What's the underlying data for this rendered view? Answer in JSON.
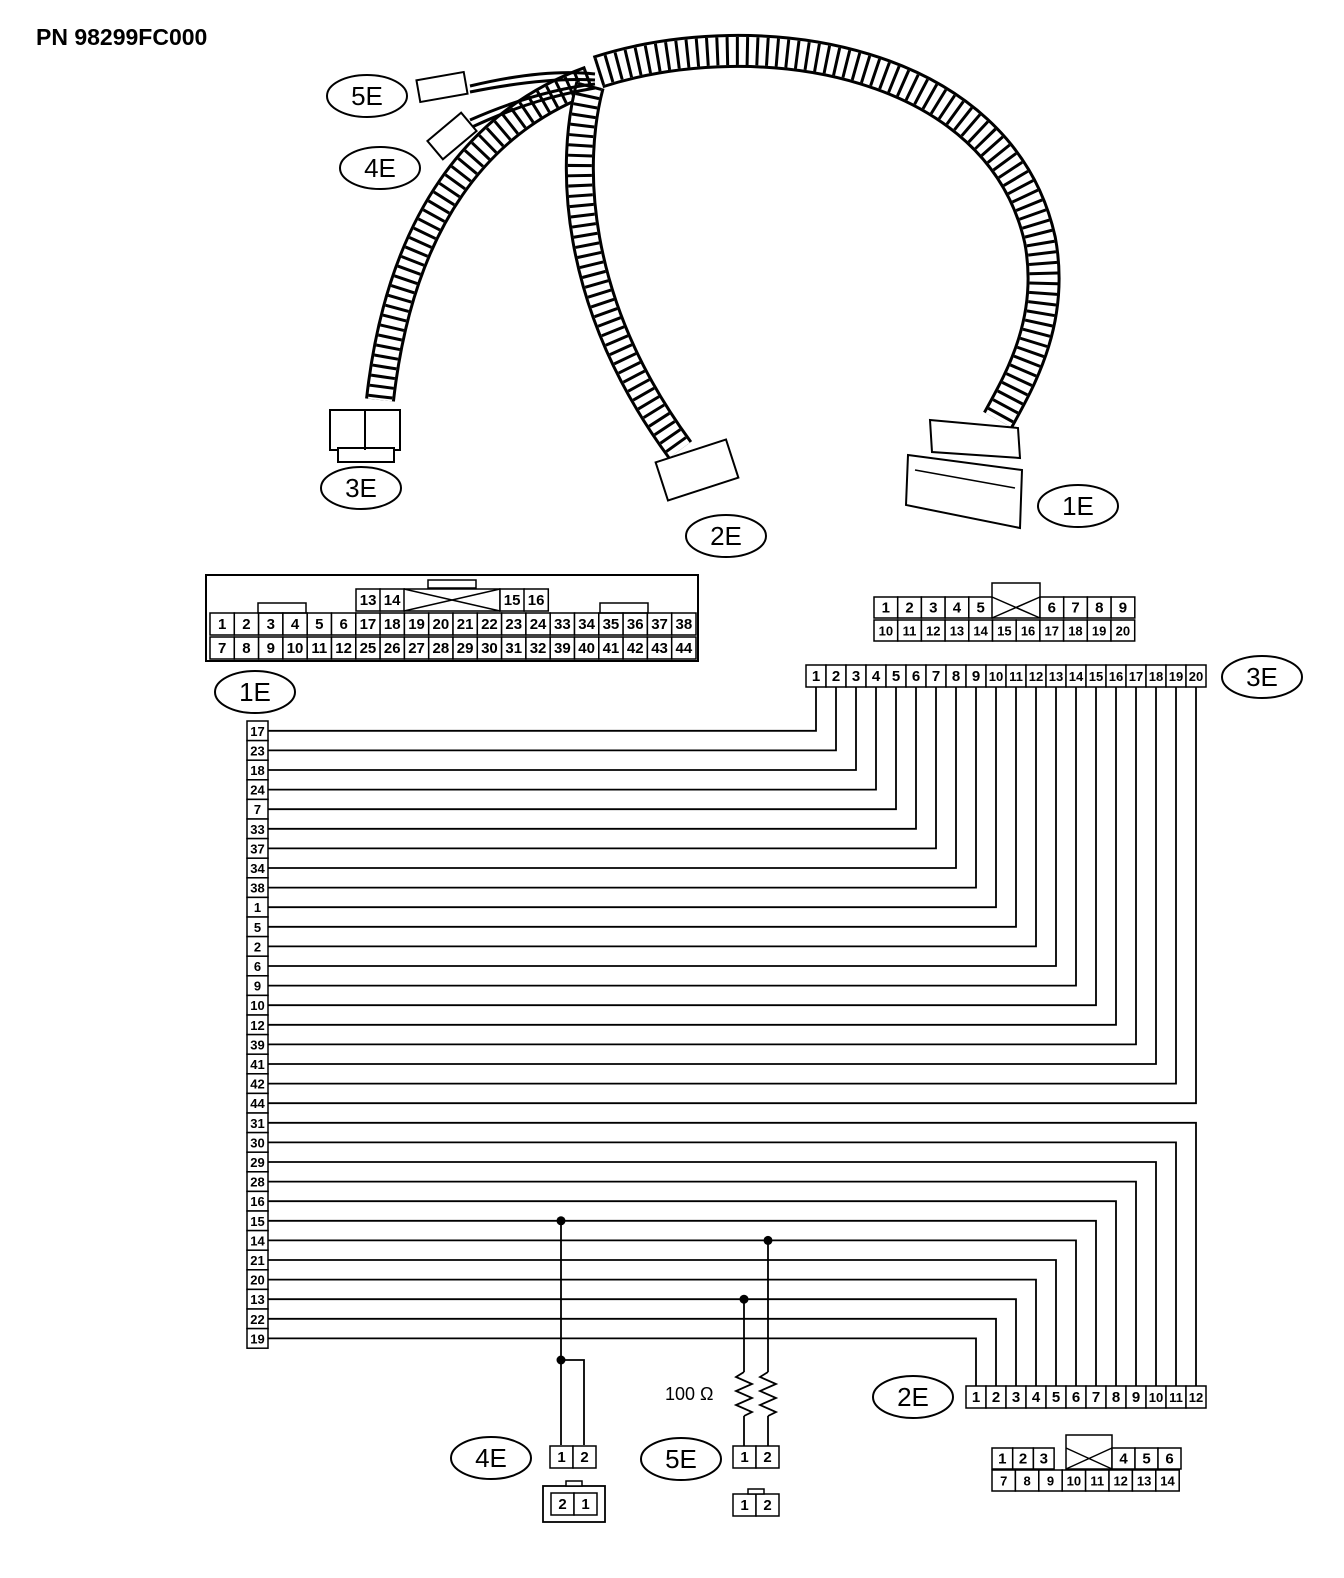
{
  "part_number": "PN 98299FC000",
  "harness_labels": {
    "c5": "5E",
    "c4": "4E",
    "c3": "3E",
    "c2": "2E",
    "c1": "1E"
  },
  "face_1e": {
    "label": "1E",
    "upper": [
      "13",
      "14",
      "15",
      "16"
    ],
    "row1": [
      "1",
      "2",
      "3",
      "4",
      "5",
      "6",
      "17",
      "18",
      "19",
      "20",
      "21",
      "22",
      "23",
      "24",
      "33",
      "34",
      "35",
      "36",
      "37",
      "38"
    ],
    "row2": [
      "7",
      "8",
      "9",
      "10",
      "11",
      "12",
      "25",
      "26",
      "27",
      "28",
      "29",
      "30",
      "31",
      "32",
      "39",
      "40",
      "41",
      "42",
      "43",
      "44"
    ]
  },
  "face_3e": {
    "row1": [
      "1",
      "2",
      "3",
      "4",
      "5",
      "6",
      "7",
      "8",
      "9"
    ],
    "row2": [
      "10",
      "11",
      "12",
      "13",
      "14",
      "15",
      "16",
      "17",
      "18",
      "19",
      "20"
    ]
  },
  "face_2e": {
    "row1": [
      "1",
      "2",
      "3",
      "4",
      "5",
      "6"
    ],
    "row2": [
      "7",
      "8",
      "9",
      "10",
      "11",
      "12",
      "13",
      "14"
    ]
  },
  "pinstrip_1e": [
    "17",
    "23",
    "18",
    "24",
    "7",
    "33",
    "37",
    "34",
    "38",
    "1",
    "5",
    "2",
    "6",
    "9",
    "10",
    "12",
    "39",
    "41",
    "42",
    "44",
    "31",
    "30",
    "29",
    "28",
    "16",
    "15",
    "14",
    "21",
    "20",
    "13",
    "22",
    "19"
  ],
  "pinstrip_3e": {
    "label": "3E",
    "pins": [
      "1",
      "2",
      "3",
      "4",
      "5",
      "6",
      "7",
      "8",
      "9",
      "10",
      "11",
      "12",
      "13",
      "14",
      "15",
      "16",
      "17",
      "18",
      "19",
      "20"
    ]
  },
  "pinstrip_2e": {
    "label": "2E",
    "pins": [
      "1",
      "2",
      "3",
      "4",
      "5",
      "6",
      "7",
      "8",
      "9",
      "10",
      "11",
      "12"
    ]
  },
  "connector_4e": {
    "label": "4E",
    "pins": [
      "1",
      "2"
    ],
    "face": [
      "2",
      "1"
    ]
  },
  "connector_5e": {
    "label": "5E",
    "pins": [
      "1",
      "2"
    ],
    "face": [
      "1",
      "2"
    ]
  },
  "resistor_label": "100 Ω"
}
